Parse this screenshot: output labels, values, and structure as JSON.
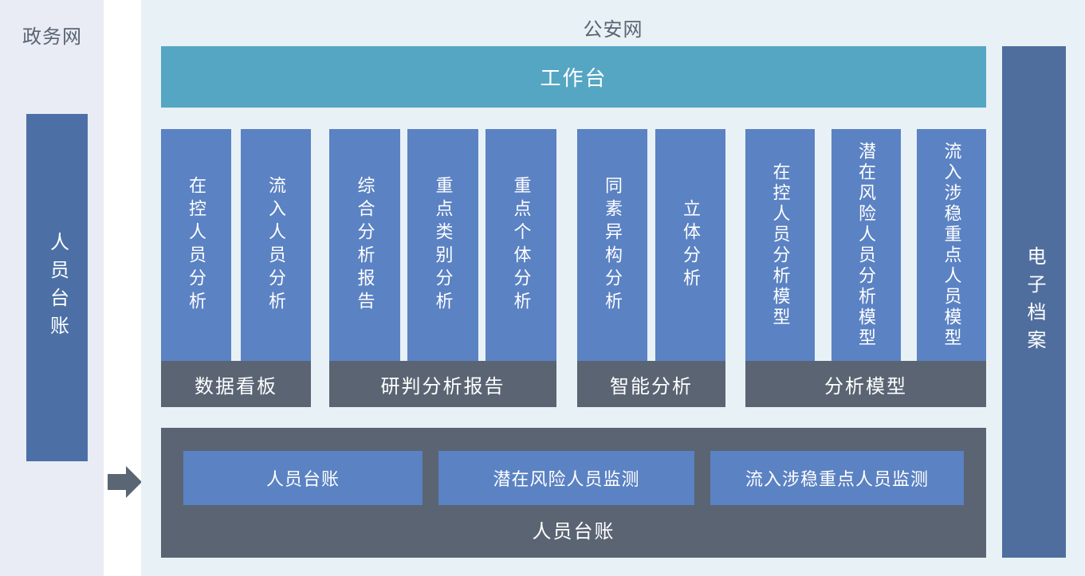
{
  "colors": {
    "left-panel-bg": "#e9ecf5",
    "main-panel-bg": "#e8f1f5",
    "teal": "#55a6c3",
    "bar-blue": "#5b82c3",
    "side-bar-blue": "#4c70a6",
    "right-bar-blue": "#4f6e9d",
    "dark-slate": "#5a6473",
    "title-text": "#5a6472",
    "arrow": "#5a6673"
  },
  "left_panel": {
    "title": "政务网",
    "ledger_bar": "人员台账"
  },
  "main_panel": {
    "title": "公安网",
    "workbench": "工作台",
    "groups": [
      {
        "label": "数据看板",
        "bars": [
          "在控人员分析",
          "流入人员分析"
        ]
      },
      {
        "label": "研判分析报告",
        "bars": [
          "综合分析报告",
          "重点类别分析",
          "重点个体分析"
        ]
      },
      {
        "label": "智能分析",
        "bars": [
          "同素异构分析",
          "立体分析"
        ]
      },
      {
        "label": "分析模型",
        "bars": [
          "在控人员分析模型",
          "潜在风险人员分析模型",
          "流入涉稳重点人员模型"
        ]
      }
    ],
    "bottom_box": {
      "label": "人员台账",
      "buttons": [
        "人员台账",
        "潜在风险人员监测",
        "流入涉稳重点人员监测"
      ]
    }
  },
  "right_bar": {
    "label": "电子档案"
  }
}
